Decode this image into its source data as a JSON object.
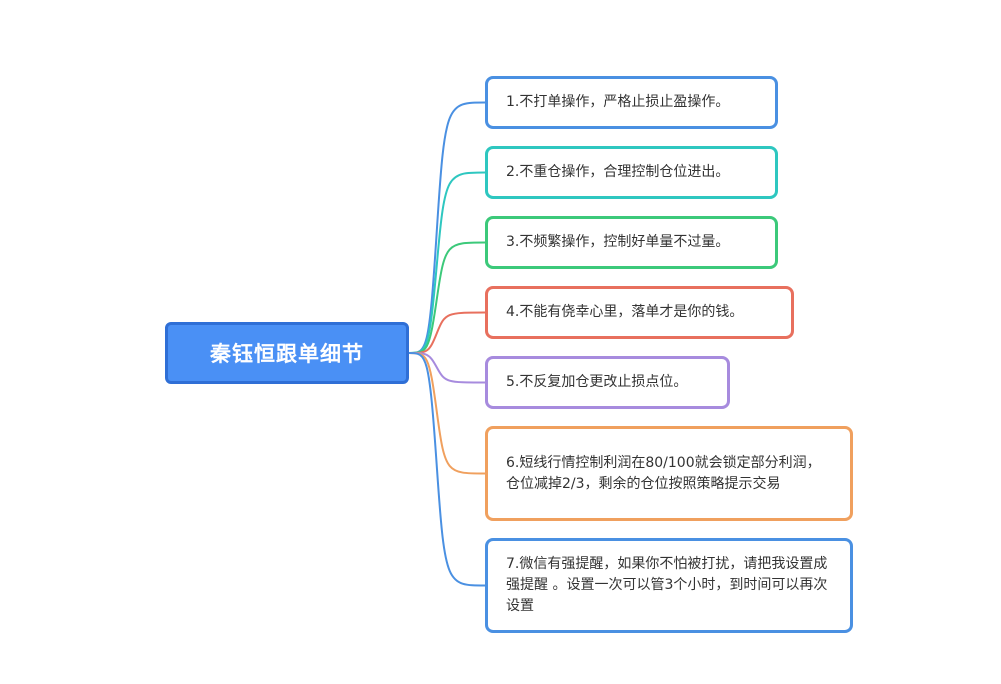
{
  "root": {
    "title": "秦钰恒跟单细节",
    "color": "#4a90f5"
  },
  "branches": [
    {
      "text": "1.不打单操作，严格止损止盈操作。",
      "color": "#4a90e2"
    },
    {
      "text": "2.不重仓操作，合理控制仓位进出。",
      "color": "#2ec7c0"
    },
    {
      "text": "3.不频繁操作，控制好单量不过量。",
      "color": "#3cc97a"
    },
    {
      "text": "4.不能有侥幸心里，落单才是你的钱。",
      "color": "#e8705e"
    },
    {
      "text": "5.不反复加仓更改止损点位。",
      "color": "#a78bde"
    },
    {
      "text": "6.短线行情控制利润在80/100就会锁定部分利润，仓位减掉2/3，剩余的仓位按照策略提示交易",
      "color": "#f0a05e"
    },
    {
      "text": "7.微信有强提醒，如果你不怕被打扰，请把我设置成 强提醒 。设置一次可以管3个小时，到时间可以再次设置",
      "color": "#4a90e2"
    }
  ]
}
